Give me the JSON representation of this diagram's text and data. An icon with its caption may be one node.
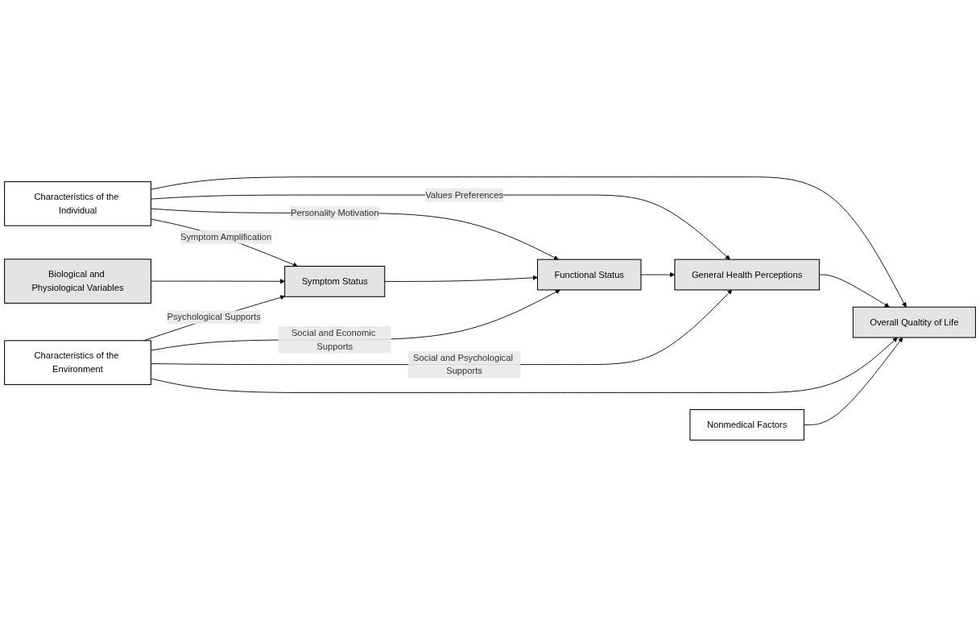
{
  "diagram": {
    "nodes": [
      {
        "text": [
          "Characteristics of the Individual"
        ]
      },
      {
        "text": [
          "Biological and Physiological Variables"
        ]
      },
      {
        "text": [
          "Symptom Status"
        ]
      },
      {
        "text": [
          "Functional Status"
        ]
      },
      {
        "text": [
          "General Health Perceptions"
        ]
      },
      {
        "text": [
          "Overall Qualtity of Life"
        ]
      },
      {
        "text": [
          "Characteristics of the Environment"
        ]
      },
      {
        "text": [
          "Nonmedical Factors"
        ]
      }
    ],
    "edges": [
      {
        "from": 0,
        "to": 2,
        "arrow": "to",
        "label": "Symptom Amplification"
      },
      {
        "from": 0,
        "to": 3,
        "arrow": "to",
        "label": "Personality Motivation"
      },
      {
        "from": 0,
        "to": 4,
        "arrow": "to",
        "label": "Values Preferences"
      },
      {
        "from": 0,
        "to": 5,
        "arrow": "to"
      },
      {
        "from": 1,
        "to": 2,
        "arrow": "to"
      },
      {
        "from": 2,
        "to": 3,
        "arrow": "to"
      },
      {
        "from": 3,
        "to": 4,
        "arrow": "to"
      },
      {
        "from": 4,
        "to": 5,
        "arrow": "to"
      },
      {
        "from": 6,
        "to": 2,
        "arrow": "to",
        "label": "Psychological Supports"
      },
      {
        "from": 6,
        "to": 3,
        "arrow": "to",
        "label": "Social and Economic Supports"
      },
      {
        "from": 6,
        "to": 4,
        "arrow": "to",
        "label": "Social and Psychological Supports"
      },
      {
        "from": 6,
        "to": 5,
        "arrow": "to"
      },
      {
        "from": 7,
        "to": 5,
        "arrow": "to"
      }
    ]
  }
}
